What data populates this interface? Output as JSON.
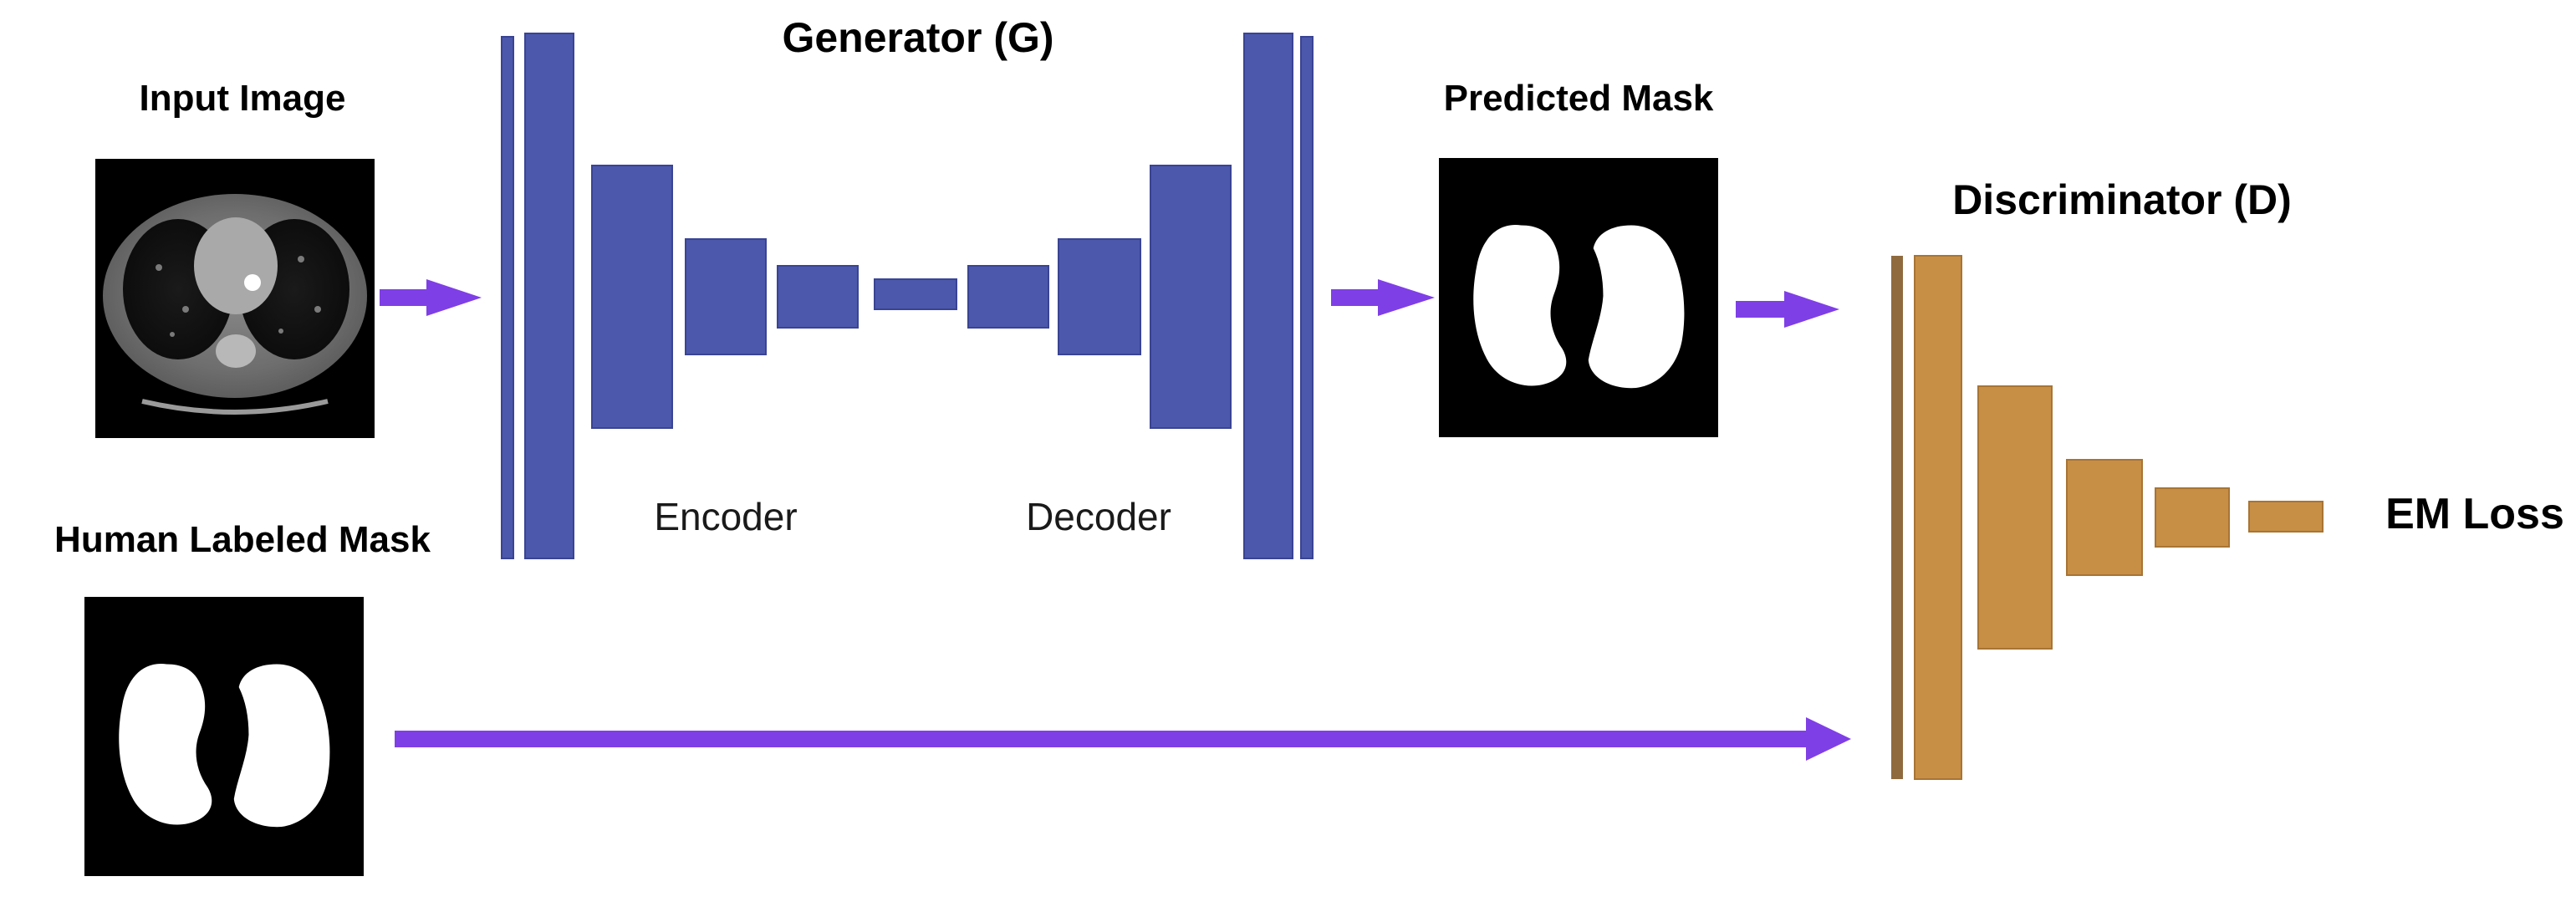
{
  "labels": {
    "input_image": "Input Image",
    "generator": "Generator (G)",
    "predicted_mask": "Predicted Mask",
    "discriminator": "Discriminator (D)",
    "human_labeled_mask": "Human Labeled Mask",
    "encoder": "Encoder",
    "decoder": "Decoder",
    "em_loss": "EM Loss"
  },
  "colors": {
    "generator_block": "#4c58ac",
    "generator_block_border": "#3a4494",
    "discriminator_block": "#c78f46",
    "discriminator_block_border": "#a87434",
    "discriminator_thin_bar": "#8f6a3e",
    "arrow": "#7f3fe6",
    "image_background": "#000000",
    "mask_foreground": "#ffffff",
    "background": "#ffffff"
  },
  "icons": {
    "input_image": "ct-scan-image",
    "predicted_mask": "lung-mask-image",
    "human_labeled_mask": "lung-mask-image"
  }
}
